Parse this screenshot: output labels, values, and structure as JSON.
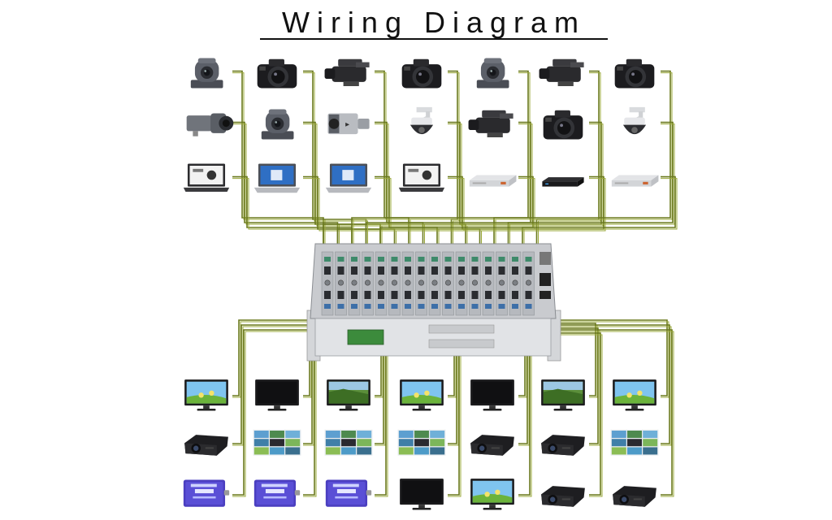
{
  "title": "Wiring Diagram",
  "colors": {
    "cable": "#6b7a1e",
    "cable_light": "#9aa83a",
    "chassis": "#c9cbcf",
    "screen_sky": "#7fc4ef",
    "screen_grass": "#6bb33b"
  },
  "inputs": {
    "columns": [
      [
        "ptz-camera",
        "box-camera",
        "laptop-dark"
      ],
      [
        "dslr-camera",
        "ptz-camera",
        "laptop-blue"
      ],
      [
        "camcorder",
        "zoom-block-camera",
        "laptop-blue"
      ],
      [
        "dslr-camera",
        "speed-dome-camera",
        "laptop-dark"
      ],
      [
        "ptz-camera",
        "camcorder",
        "dvd-player"
      ],
      [
        "camcorder",
        "dslr-camera",
        "media-player"
      ],
      [
        "dslr-camera",
        "speed-dome-camera",
        "dvd-player"
      ]
    ]
  },
  "outputs": {
    "columns": [
      [
        "lcd-monitor",
        "projector",
        "extender-box"
      ],
      [
        "lcd-monitor-dark",
        "video-wall",
        "extender-box"
      ],
      [
        "lcd-monitor-nature",
        "video-wall",
        "extender-box"
      ],
      [
        "lcd-monitor",
        "video-wall",
        "lcd-monitor-dark"
      ],
      [
        "lcd-monitor-dark",
        "projector",
        "lcd-monitor"
      ],
      [
        "lcd-monitor-nature",
        "projector",
        "projector"
      ],
      [
        "lcd-monitor",
        "video-wall",
        "projector"
      ]
    ]
  },
  "matrix": {
    "name": "matrix-switcher-chassis",
    "card_slots": 16
  }
}
